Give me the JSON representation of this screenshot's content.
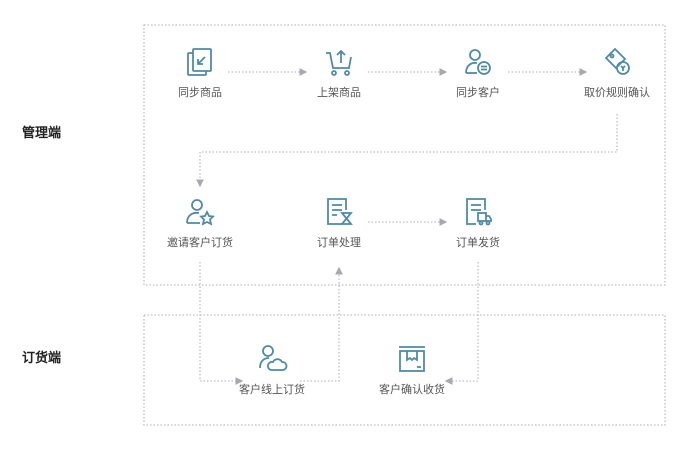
{
  "sections": {
    "admin": "管理端",
    "ordering": "订货端"
  },
  "nodes": {
    "sync_products": "同步商品",
    "list_products": "上架商品",
    "sync_customers": "同步客户",
    "price_rules": "取价规则确认",
    "invite_customers": "邀请客户订货",
    "order_processing": "订单处理",
    "order_shipping": "订单发货",
    "customer_order_online": "客户线上订货",
    "customer_confirm_receipt": "客户确认收货"
  },
  "colors": {
    "icon": "#4f8aa6",
    "line": "#b8b8c0",
    "text": "#555555"
  }
}
